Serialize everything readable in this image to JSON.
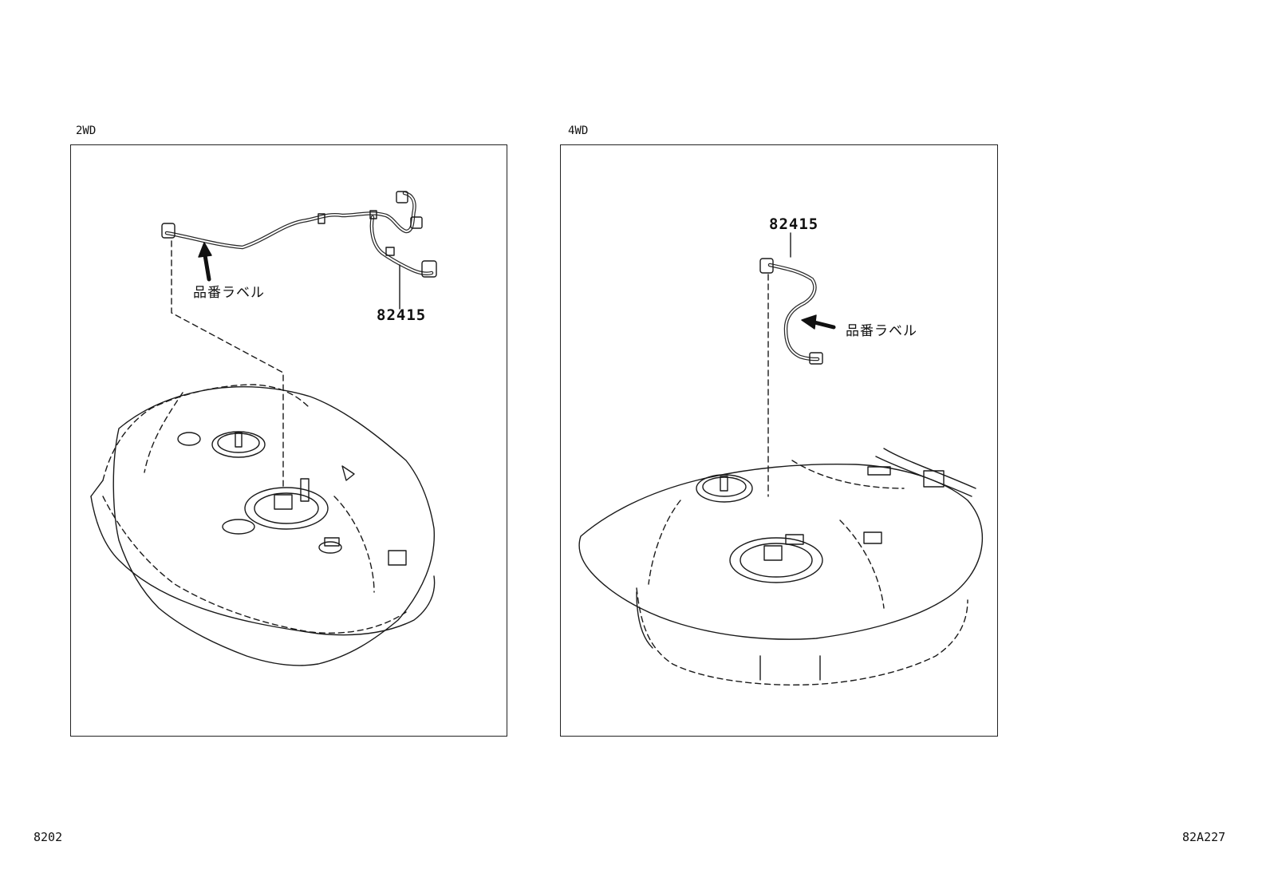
{
  "panels": [
    {
      "title": "2WD",
      "part_number": "82415",
      "part_label": "品番ラベル"
    },
    {
      "title": "4WD",
      "part_number": "82415",
      "part_label": "品番ラベル"
    }
  ],
  "footer": {
    "left_code": "8202",
    "right_code": "82A227"
  }
}
